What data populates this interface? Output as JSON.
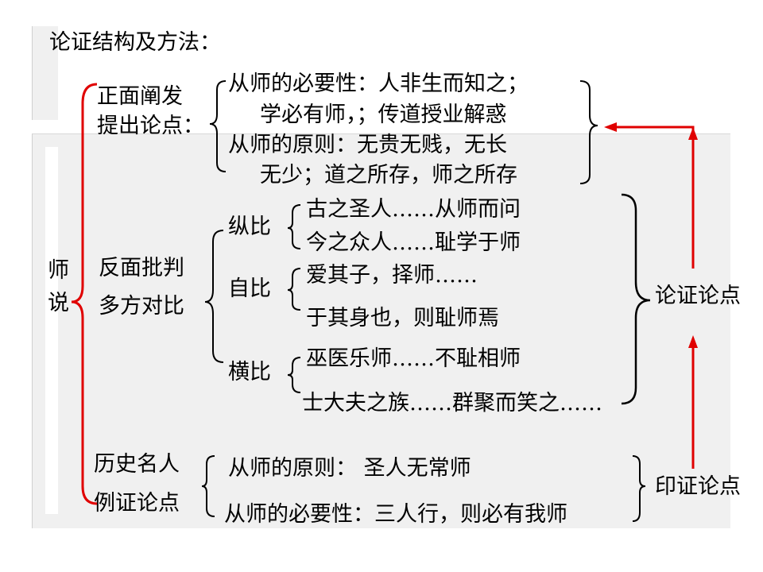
{
  "heading": "论证结构及方法：",
  "root": [
    "师",
    "说"
  ],
  "sections": {
    "positive": {
      "label": [
        "正面阐发",
        "提出论点："
      ],
      "points": [
        "从师的必要性：人非生而知之；",
        "学必有师，；传道授业解惑",
        "从师的原则：无贵无贱，无长",
        "无少；道之所存，师之所存"
      ]
    },
    "negative": {
      "label": [
        "反面批判",
        "多方对比"
      ],
      "groups": [
        {
          "name": "纵比",
          "items": [
            "古之圣人……从师而问",
            "今之众人……耻学于师"
          ]
        },
        {
          "name": "自比",
          "items": [
            "爱其子，择师……",
            "于其身也，则耻师焉"
          ]
        },
        {
          "name": "横比",
          "items": [
            "巫医乐师……不耻相师",
            "士大夫之族……群聚而笑之……"
          ]
        }
      ]
    },
    "history": {
      "label": [
        "历史名人",
        "例证论点"
      ],
      "items": [
        "从师的原则：   圣人无常师",
        "从师的必要性：三人行，则必有我师"
      ]
    }
  },
  "outcomes": {
    "argue": "论证论点",
    "confirm": "印证论点"
  },
  "colors": {
    "arrow": "#e00000",
    "panel": "#f0f0f0",
    "frame": "#d8d8d8"
  }
}
